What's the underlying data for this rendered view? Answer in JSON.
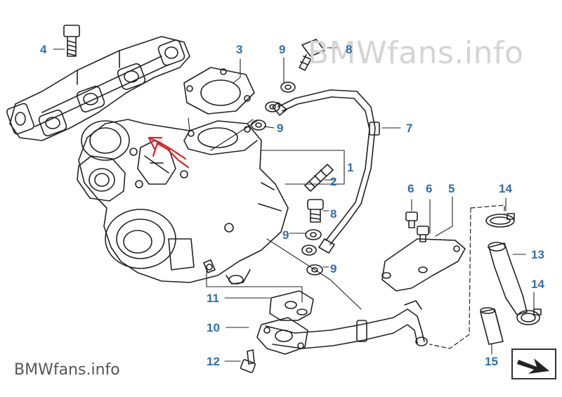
{
  "watermark": {
    "brand": "BMW",
    "suffix": "fans.info"
  },
  "footer_logo": {
    "brand": "BMW",
    "suffix": "fans.info"
  },
  "callouts": {
    "c1": "1",
    "c2": "2",
    "c3": "3",
    "c4": "4",
    "c5": "5",
    "c6a": "6",
    "c6b": "6",
    "c7": "7",
    "c8a": "8",
    "c8b": "8",
    "c9a": "9",
    "c9b": "9",
    "c9c": "9",
    "c9d": "9",
    "c10": "10",
    "c11": "11",
    "c12": "12",
    "c13": "13",
    "c14a": "14",
    "c14b": "14",
    "c15": "15"
  },
  "colors": {
    "callout": "#2f6fb0",
    "line": "#222222",
    "annotation": "#e02020",
    "watermark": "#d4d4d4"
  },
  "icons": {
    "next_page": "arrow-down-right-icon"
  }
}
